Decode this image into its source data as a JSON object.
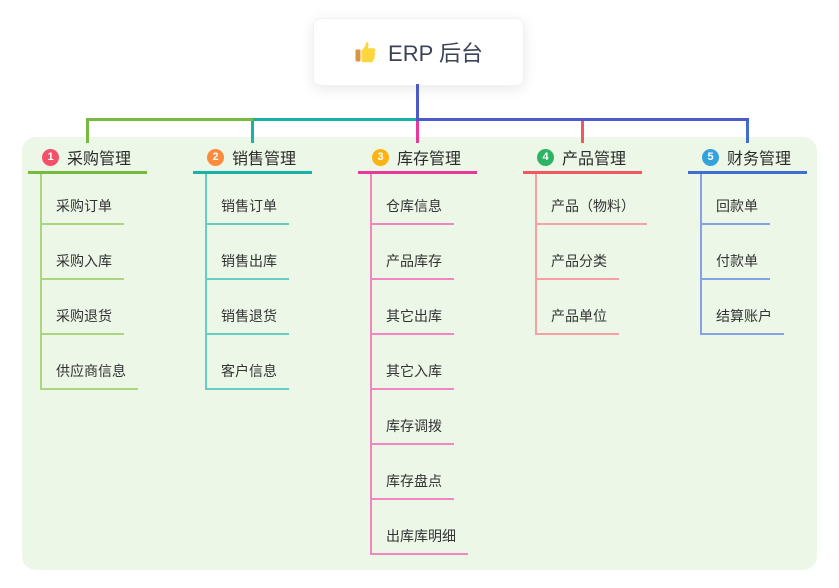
{
  "root": {
    "icon": "thumbs-up-icon",
    "label": "ERP 后台"
  },
  "branches": [
    {
      "index": "1",
      "label": "采购管理",
      "badge_color": "#f3506a",
      "line_color": "#76bb3f",
      "light_color": "#a9d67f",
      "children": [
        "采购订单",
        "采购入库",
        "采购退货",
        "供应商信息"
      ]
    },
    {
      "index": "2",
      "label": "销售管理",
      "badge_color": "#fd8a3d",
      "line_color": "#16b3a6",
      "light_color": "#67ccc2",
      "children": [
        "销售订单",
        "销售出库",
        "销售退货",
        "客户信息"
      ]
    },
    {
      "index": "3",
      "label": "库存管理",
      "badge_color": "#fbb315",
      "line_color": "#e8399b",
      "light_color": "#f186c2",
      "children": [
        "仓库信息",
        "产品库存",
        "其它出库",
        "其它入库",
        "库存调拨",
        "库存盘点",
        "出库库明细"
      ]
    },
    {
      "index": "4",
      "label": "产品管理",
      "badge_color": "#2db463",
      "line_color": "#f2565e",
      "light_color": "#f79fa3",
      "children": [
        "产品（物料）",
        "产品分类",
        "产品单位"
      ]
    },
    {
      "index": "5",
      "label": "财务管理",
      "badge_color": "#34a3dc",
      "line_color": "#3e6fd0",
      "light_color": "#83a3e6",
      "children": [
        "回款单",
        "付款单",
        "结算账户"
      ]
    }
  ],
  "colors": {
    "background": "#ffffff",
    "panel": "#edf7e8",
    "connector": "#4c5ac8",
    "root_text": "#3b4356",
    "title_text": "#2b2b2b",
    "child_text": "#333333"
  }
}
